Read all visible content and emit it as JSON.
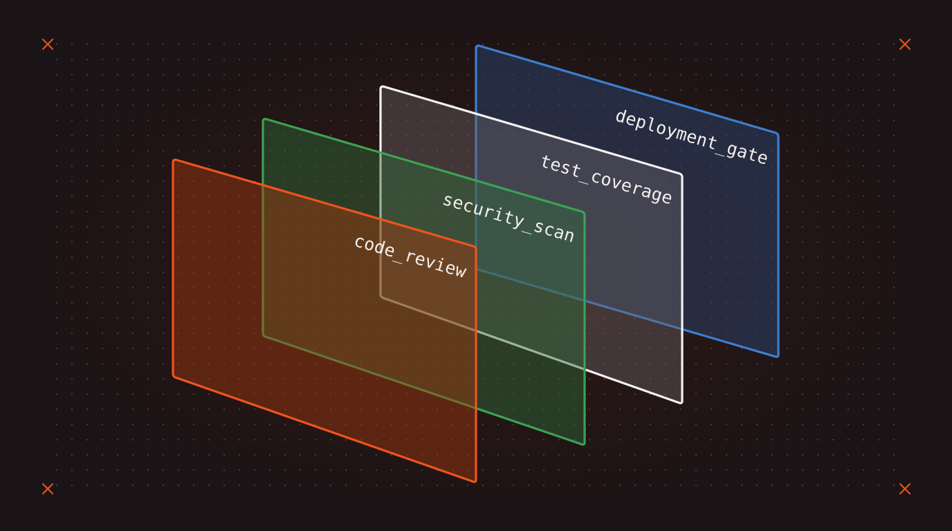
{
  "background_color": "#1a1416",
  "glow_color": "#3a1a12",
  "dot_color": "#5a4a4c",
  "corner_marker_color": "#e8521f",
  "corner_marker_icon": "x-mark-icon",
  "layers": [
    {
      "id": "deployment-gate",
      "label": "deployment_gate",
      "stroke": "#3d7fd1",
      "fill": "#2a3f66"
    },
    {
      "id": "test-coverage",
      "label": "test_coverage",
      "stroke": "#f4f2f2",
      "fill": "#6a6468"
    },
    {
      "id": "security-scan",
      "label": "security_scan",
      "stroke": "#3aa452",
      "fill": "#2f6b3a"
    },
    {
      "id": "code-review",
      "label": "code_review",
      "stroke": "#f0541e",
      "fill": "#a33a10"
    }
  ]
}
